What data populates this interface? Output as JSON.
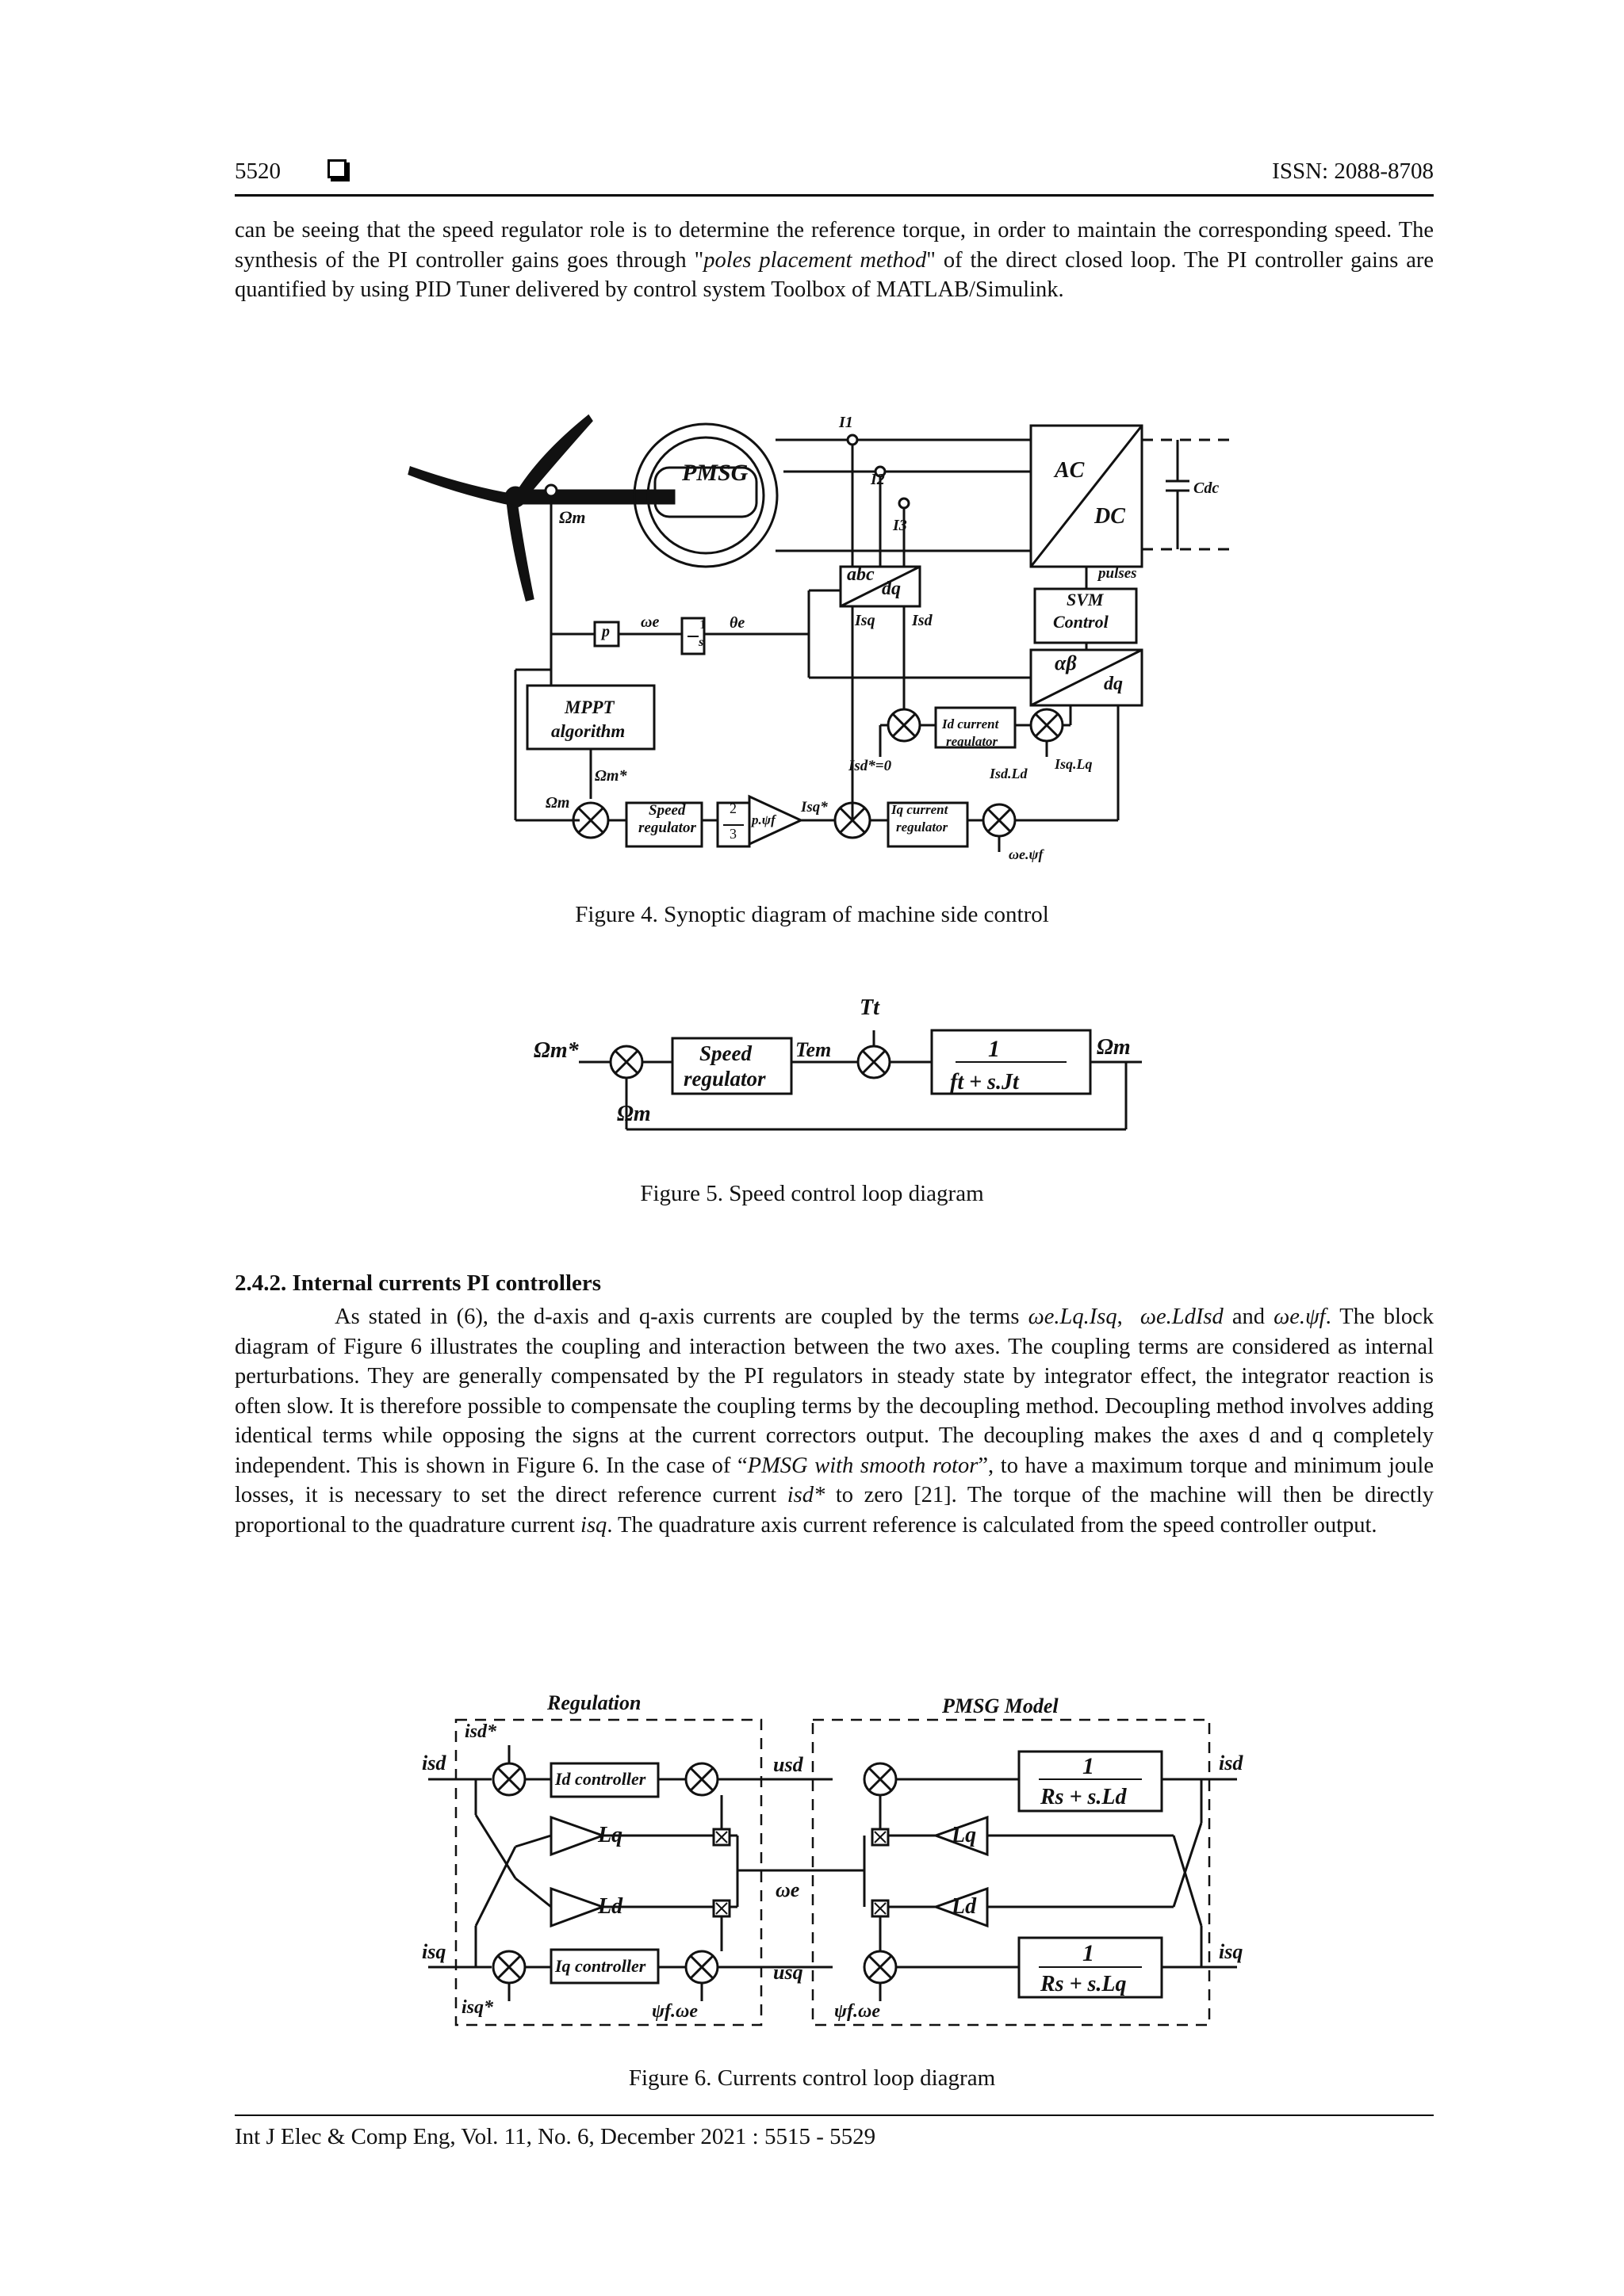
{
  "header": {
    "page_number": "5520",
    "checkbox_icon": "square-icon",
    "issn": "ISSN: 2088-8708"
  },
  "intro_paragraph": {
    "part1": "can be seeing that the speed regulator role is to determine the reference torque, in order to maintain the corresponding speed. The synthesis of the PI controller gains goes through \"",
    "italic": "poles placement method",
    "part2": "\" of the direct closed loop. The PI controller gains are quantified by using PID Tuner delivered by control system Toolbox of MATLAB/Simulink."
  },
  "figure4": {
    "caption": "Figure 4. Synoptic diagram of machine side control",
    "labels": {
      "pmsg": "PMSG",
      "omega_m": "Ωm",
      "i1": "I1",
      "i2": "I2",
      "i3": "I3",
      "ac": "AC",
      "dc": "DC",
      "cdc": "Cdc",
      "pulses": "pulses",
      "svm": "SVM",
      "control": "Control",
      "alpha_beta": "αβ",
      "dq": "dq",
      "abc": "abc",
      "p": "p",
      "omega_e": "ωe",
      "theta_e": "θe",
      "integrator_num": "1",
      "integrator_den": "s",
      "isq": "Isq",
      "isd": "Isd",
      "mppt1": "MPPT",
      "mppt2": "algorithm",
      "omega_m_star": "Ωm*",
      "speed1": "Speed",
      "speed2": "regulator",
      "gain_num": "2",
      "gain_den": "3",
      "gain_psi": "p.ψf",
      "isq_star": "Isq*",
      "isd_star": "Isd*=0",
      "id_cur1": "Id current",
      "id_cur2": "regulator",
      "iq_cur1": "Iq current",
      "iq_cur2": "regulator",
      "isq_lq": "Isq.Lq",
      "isd_ld": "Isd.Ld",
      "we_psif": "ωe.ψf"
    }
  },
  "figure5": {
    "caption": "Figure 5. Speed control loop diagram",
    "labels": {
      "omega_m_star": "Ωm*",
      "speed1": "Speed",
      "speed2": "regulator",
      "tem": "Tem",
      "tt": "Tt",
      "num": "1",
      "den": "ft + s.Jt",
      "omega_m_out": "Ωm",
      "omega_m_fb": "Ωm"
    }
  },
  "section": {
    "title": "2.4.2. Internal currents PI controllers"
  },
  "body_paragraph": {
    "p1": "As stated in (6), the d-axis and q-axis currents are coupled by the terms ",
    "term1": "ωe.Lq.Isq",
    "term2": "ωe.LdIsd",
    "p2": "and ",
    "term3": "ωe.ψf",
    "p3": ". The block diagram of Figure 6 illustrates the coupling and interaction between the two axes. The coupling terms are considered as internal perturbations. They are generally compensated by the PI regulators in steady state by integrator effect, the integrator reaction is often slow. It is therefore possible to compensate the coupling terms by the decoupling method. Decoupling method involves adding identical terms while opposing the signs at the current correctors output. The decoupling makes the axes d and q completely independent. This is shown in Figure 6. In the case of “",
    "italic1": "PMSG with smooth rotor",
    "p4": "”, to have a maximum torque and minimum joule losses, it is necessary to set the direct reference current ",
    "italic2": "isd*",
    "p5": " to zero [21]. The torque of the machine will then be directly proportional to the quadrature current ",
    "italic3": "isq",
    "p6": ". The quadrature axis current reference is calculated from the speed controller output."
  },
  "figure6": {
    "caption": "Figure 6. Currents control loop diagram",
    "labels": {
      "regulation": "Regulation",
      "pmsg_model": "PMSG Model",
      "isd_in": "isd",
      "isd_star": "isd*",
      "isq_in": "isq",
      "isq_star": "isq*",
      "id_ctrl": "Id controller",
      "iq_ctrl": "Iq controller",
      "lq": "Lq",
      "ld": "Ld",
      "usd": "usd",
      "usq": "usq",
      "omega_e": "ωe",
      "psi_we": "ψf.ωe",
      "tf_num": "1",
      "tf_den_d": "Rs + s.Ld",
      "tf_den_q": "Rs + s.Lq",
      "isd_out": "isd",
      "isq_out": "isq"
    }
  },
  "footer": {
    "text": "Int J Elec & Comp Eng, Vol. 11, No. 6, December 2021 :  5515 - 5529"
  }
}
